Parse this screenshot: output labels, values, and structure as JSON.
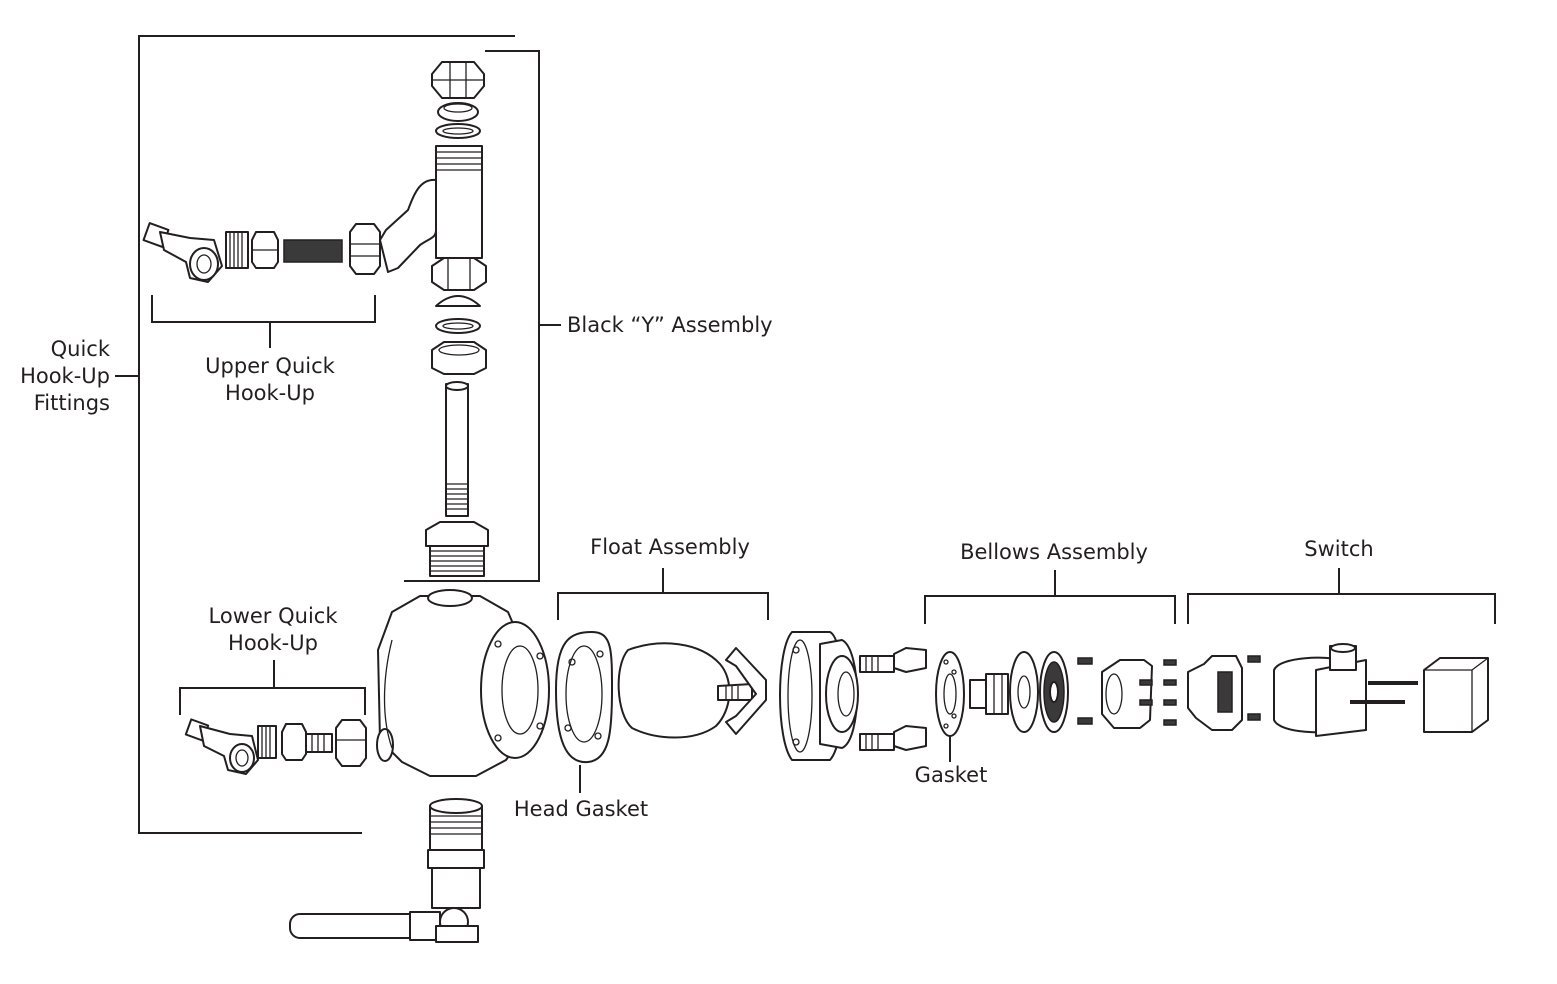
{
  "labels": {
    "quick_hookup_fittings": [
      "Quick",
      "Hook-Up",
      "Fittings"
    ],
    "upper_quick_hookup": [
      "Upper Quick",
      "Hook-Up"
    ],
    "lower_quick_hookup": [
      "Lower Quick",
      "Hook-Up"
    ],
    "black_y_assembly": "Black “Y” Assembly",
    "float_assembly": "Float Assembly",
    "head_gasket": "Head Gasket",
    "bellows_assembly": "Bellows Assembly",
    "gasket": "Gasket",
    "switch": "Switch"
  },
  "colors": {
    "line": "#231f20",
    "background": "#ffffff"
  }
}
